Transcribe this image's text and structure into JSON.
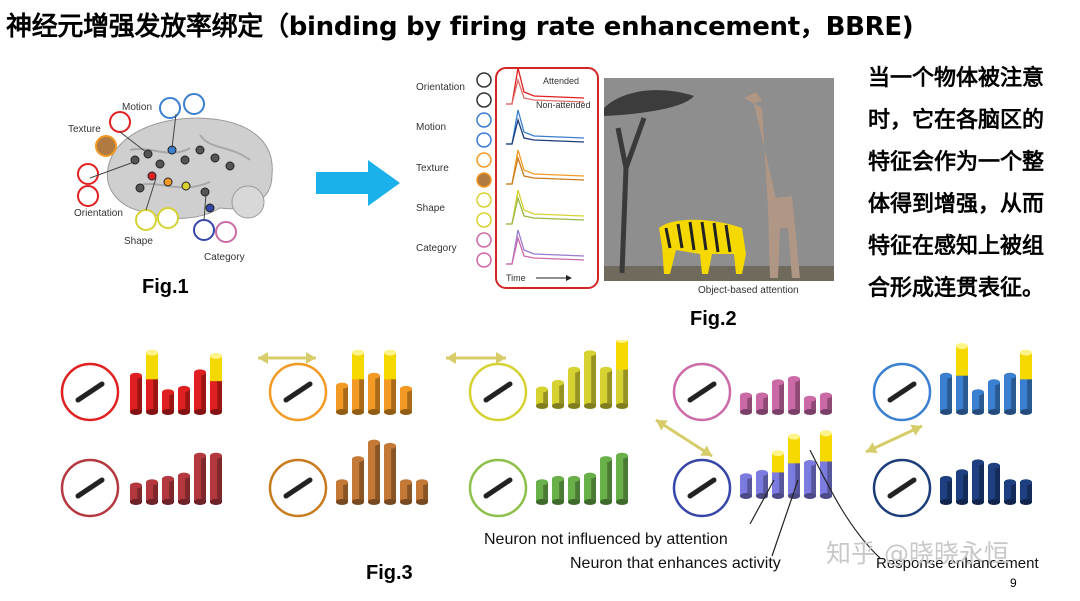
{
  "title": "神经元增强发放率绑定（binding by firing rate enhancement，BBRE)",
  "right_text": [
    "当一个物体被注意",
    "时，它在各脑区的",
    "特征会作为一个整",
    "体得到增强，从而",
    "特征在感知上被组",
    "合形成连贯表征。"
  ],
  "fig1": {
    "label": "Fig.1",
    "labels": {
      "motion": "Motion",
      "texture": "Texture",
      "orientation": "Orientation",
      "shape": "Shape",
      "category": "Category"
    }
  },
  "fig2": {
    "label": "Fig.2",
    "rows": [
      "Orientation",
      "Motion",
      "Texture",
      "Shape",
      "Category"
    ],
    "legend_attended": "Attended",
    "legend_non_attended": "Non-attended",
    "time_label": "Time",
    "caption": "Object-based attention"
  },
  "fig3": {
    "label": "Fig.3",
    "annotations": {
      "not_influenced": "Neuron not influenced by attention",
      "enhances": "Neuron that enhances activity",
      "response": "Response enhancement"
    }
  },
  "colors": {
    "orientation": "#e02020",
    "texture": "#f39a25",
    "shape": "#d6d232",
    "category": "#cc6aa8",
    "motion": "#3a7fd0",
    "arrow": "#1ab0ea",
    "highlight": "#f5d800"
  },
  "watermark": "知乎 @晓晓永恒",
  "page_number": "9"
}
